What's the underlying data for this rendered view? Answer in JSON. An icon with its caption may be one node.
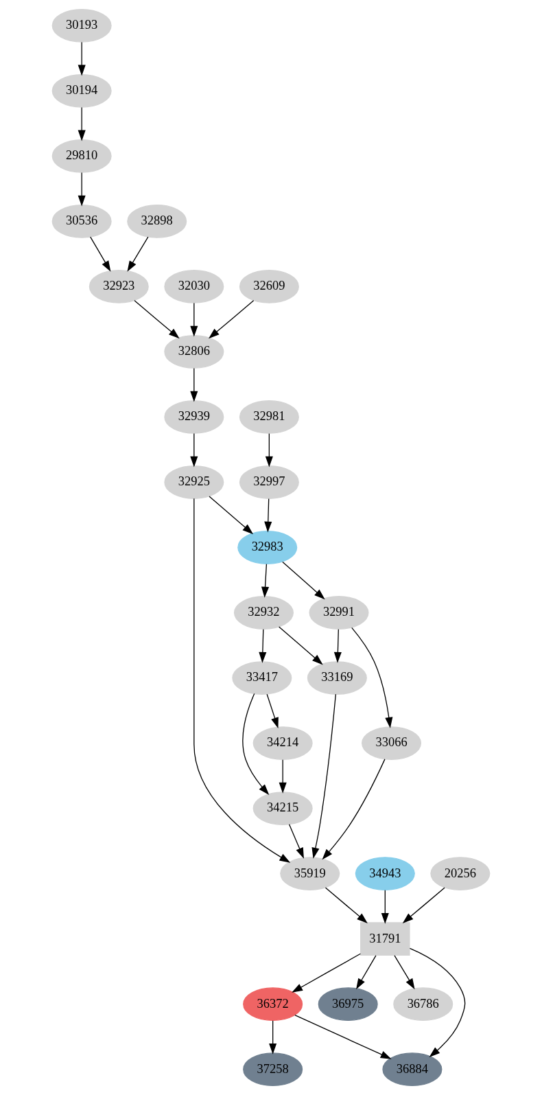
{
  "diagram": {
    "nodes": [
      {
        "text": [
          "30193"
        ]
      },
      {
        "text": [
          "30194"
        ]
      },
      {
        "text": [
          "29810"
        ]
      },
      {
        "text": [
          "30536"
        ]
      },
      {
        "text": [
          "32898"
        ]
      },
      {
        "text": [
          "32030"
        ]
      },
      {
        "text": [
          "32609"
        ]
      },
      {
        "text": [
          "32923"
        ]
      },
      {
        "text": [
          "32806"
        ]
      },
      {
        "text": [
          "32981"
        ]
      },
      {
        "text": [
          "32939"
        ]
      },
      {
        "text": [
          "32997"
        ]
      },
      {
        "text": [
          "32925"
        ]
      },
      {
        "text": [
          "32983"
        ]
      },
      {
        "text": [
          "32991"
        ]
      },
      {
        "text": [
          "32932"
        ]
      },
      {
        "text": [
          "33169"
        ]
      },
      {
        "text": [
          "33417"
        ]
      },
      {
        "text": [
          "33066"
        ]
      },
      {
        "text": [
          "34214"
        ]
      },
      {
        "text": [
          "34215"
        ]
      },
      {
        "text": [
          "34943"
        ]
      },
      {
        "text": [
          "20256"
        ]
      },
      {
        "text": [
          "35919"
        ]
      },
      {
        "text": [
          "31791"
        ]
      },
      {
        "text": [
          "36372"
        ]
      },
      {
        "text": [
          "36975"
        ]
      },
      {
        "text": [
          "36786"
        ]
      },
      {
        "text": [
          "36884"
        ]
      },
      {
        "text": [
          "37258"
        ]
      }
    ],
    "edges": [
      {
        "from": 0,
        "to": 1,
        "arrow": "to"
      },
      {
        "from": 1,
        "to": 2,
        "arrow": "to"
      },
      {
        "from": 2,
        "to": 3,
        "arrow": "to"
      },
      {
        "from": 3,
        "to": 7,
        "arrow": "to"
      },
      {
        "from": 4,
        "to": 7,
        "arrow": "to"
      },
      {
        "from": 5,
        "to": 8,
        "arrow": "to"
      },
      {
        "from": 6,
        "to": 8,
        "arrow": "to"
      },
      {
        "from": 7,
        "to": 8,
        "arrow": "to"
      },
      {
        "from": 8,
        "to": 10,
        "arrow": "to"
      },
      {
        "from": 10,
        "to": 12,
        "arrow": "to"
      },
      {
        "from": 9,
        "to": 11,
        "arrow": "to"
      },
      {
        "from": 11,
        "to": 13,
        "arrow": "to"
      },
      {
        "from": 12,
        "to": 13,
        "arrow": "to"
      },
      {
        "from": 12,
        "to": 23,
        "arrow": "to"
      },
      {
        "from": 13,
        "to": 14,
        "arrow": "to"
      },
      {
        "from": 13,
        "to": 15,
        "arrow": "to"
      },
      {
        "from": 14,
        "to": 16,
        "arrow": "to"
      },
      {
        "from": 14,
        "to": 18,
        "arrow": "to"
      },
      {
        "from": 15,
        "to": 16,
        "arrow": "to"
      },
      {
        "from": 15,
        "to": 17,
        "arrow": "to"
      },
      {
        "from": 17,
        "to": 20,
        "arrow": "to"
      },
      {
        "from": 17,
        "to": 19,
        "arrow": "to"
      },
      {
        "from": 19,
        "to": 20,
        "arrow": "to"
      },
      {
        "from": 18,
        "to": 23,
        "arrow": "to"
      },
      {
        "from": 16,
        "to": 23,
        "arrow": "to"
      },
      {
        "from": 20,
        "to": 23,
        "arrow": "to"
      },
      {
        "from": 21,
        "to": 24,
        "arrow": "to"
      },
      {
        "from": 22,
        "to": 24,
        "arrow": "to"
      },
      {
        "from": 23,
        "to": 24,
        "arrow": "to"
      },
      {
        "from": 24,
        "to": 28,
        "arrow": "to"
      },
      {
        "from": 24,
        "to": 25,
        "arrow": "to"
      },
      {
        "from": 24,
        "to": 26,
        "arrow": "to"
      },
      {
        "from": 24,
        "to": 27,
        "arrow": "to"
      },
      {
        "from": 25,
        "to": 28,
        "arrow": "to"
      },
      {
        "from": 25,
        "to": 29,
        "arrow": "to"
      }
    ]
  }
}
